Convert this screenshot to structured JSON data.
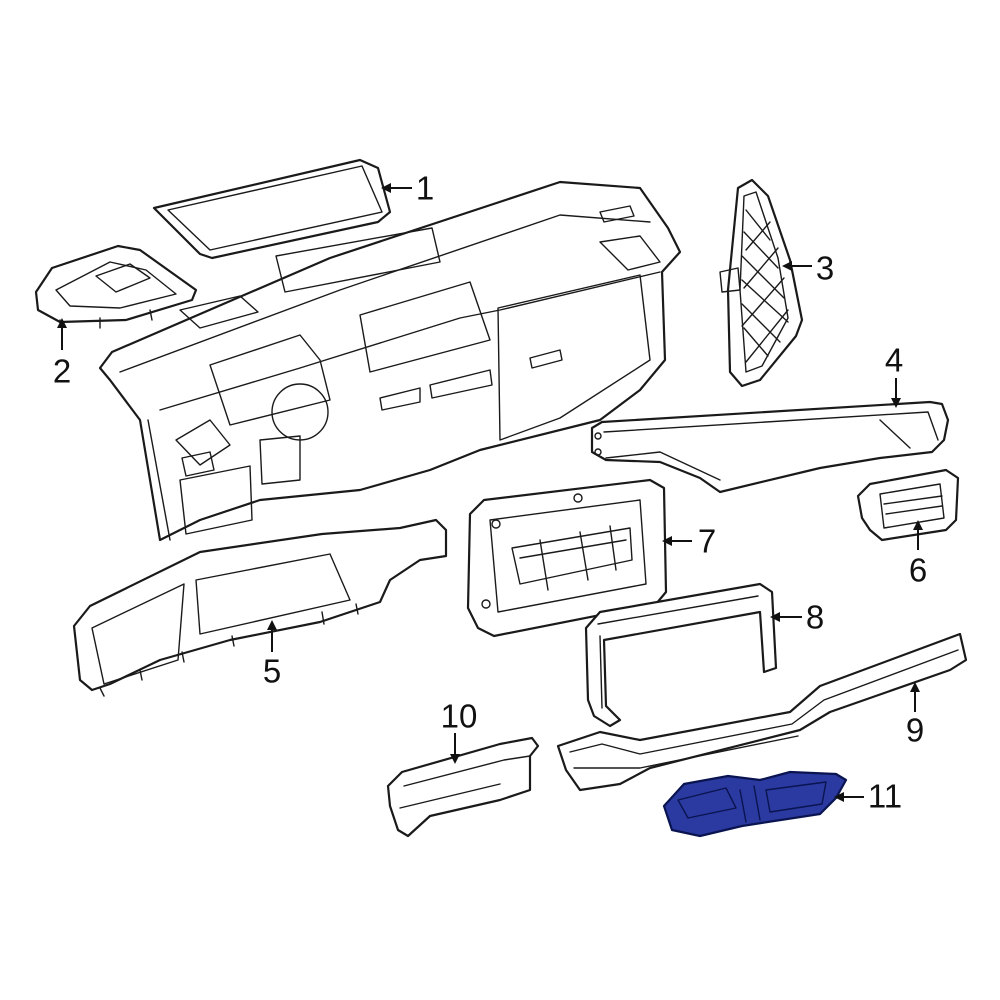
{
  "callouts": [
    {
      "id": "1",
      "label": "1"
    },
    {
      "id": "2",
      "label": "2"
    },
    {
      "id": "3",
      "label": "3"
    },
    {
      "id": "4",
      "label": "4"
    },
    {
      "id": "5",
      "label": "5"
    },
    {
      "id": "6",
      "label": "6"
    },
    {
      "id": "7",
      "label": "7"
    },
    {
      "id": "8",
      "label": "8"
    },
    {
      "id": "9",
      "label": "9"
    },
    {
      "id": "10",
      "label": "10"
    },
    {
      "id": "11",
      "label": "11"
    }
  ],
  "highlight": {
    "part": "11",
    "fill_color": "#2b3aa0",
    "stroke_color": "#0a1450"
  }
}
